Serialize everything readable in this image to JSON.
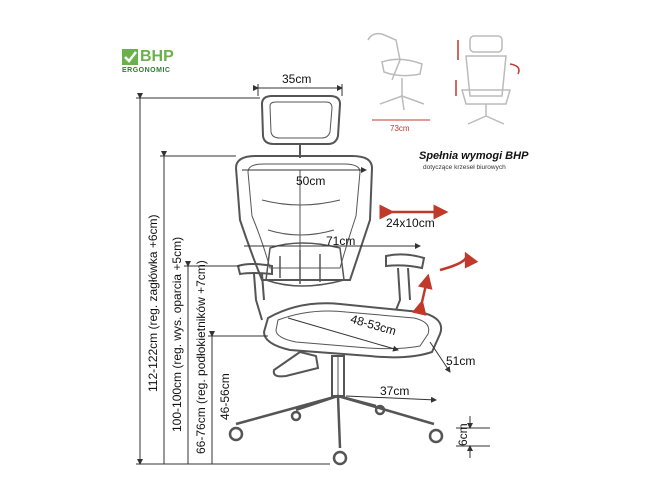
{
  "logo": {
    "brand": "BHP",
    "subtitle": "ERGONOMIC"
  },
  "requirement": {
    "title": "Spełnia wymogi BHP",
    "subtitle": "dotyczące krzeseł biurowych"
  },
  "dimensions": {
    "headrest_width": "35cm",
    "backrest_width": "50cm",
    "armrest_span": "71cm",
    "armrest_pad": "24x10cm",
    "seat_depth": "48-53cm",
    "seat_width": "51cm",
    "base_radius": "37cm",
    "caster_height": "6cm",
    "total_height": "112-122cm (reg. zagłówka +6cm)",
    "backrest_height": "100-100cm (reg. wys. oparcia +5cm)",
    "armrest_height": "66-76cm (reg. podłokietników +7cm)",
    "seat_height": "46-56cm",
    "recline_depth": "73cm"
  },
  "colors": {
    "line": "#555555",
    "arrow_red": "#c0392b",
    "logo_green": "#6ab04c"
  }
}
